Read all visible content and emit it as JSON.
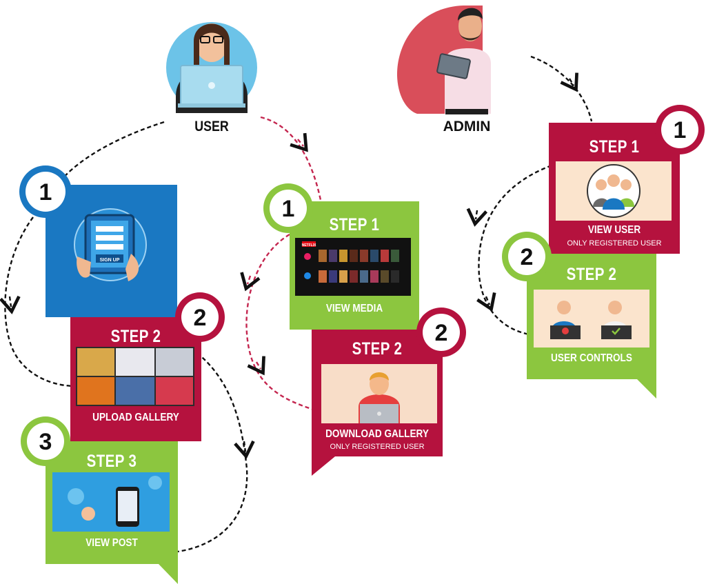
{
  "actors": {
    "user": "USER",
    "admin": "ADMIN"
  },
  "colors": {
    "red": "#b5123e",
    "green": "#8cc63f",
    "blue": "#1a78c2",
    "blue_dark": "#0d5ea8",
    "dashed_red": "#c4264f"
  },
  "icons": [
    "user-avatar-icon",
    "admin-avatar-icon",
    "tablet-signup-icon",
    "users-group-icon",
    "user-controls-icon",
    "download-user-icon"
  ],
  "user_flow_a": {
    "sign_up_badge": "1",
    "sign_up_button": "SIGN UP",
    "step2_badge": "2",
    "step2_title": "STEP 2",
    "step2_caption": "UPLOAD GALLERY",
    "step3_badge": "3",
    "step3_title": "STEP 3",
    "step3_caption": "VIEW POST"
  },
  "user_flow_b": {
    "step1_badge": "1",
    "step1_title": "STEP 1",
    "step1_caption": "VIEW MEDIA",
    "netflix_label": "NETFLIX",
    "step2_badge": "2",
    "step2_title": "STEP 2",
    "step2_caption": "DOWNLOAD GALLERY",
    "step2_sub": "ONLY REGISTERED USER"
  },
  "admin_flow": {
    "step1_badge": "1",
    "step1_title": "STEP 1",
    "step1_caption": "VIEW USER",
    "step1_sub": "ONLY REGISTERED USER",
    "step2_badge": "2",
    "step2_title": "STEP 2",
    "step2_caption": "USER CONTROLS"
  }
}
